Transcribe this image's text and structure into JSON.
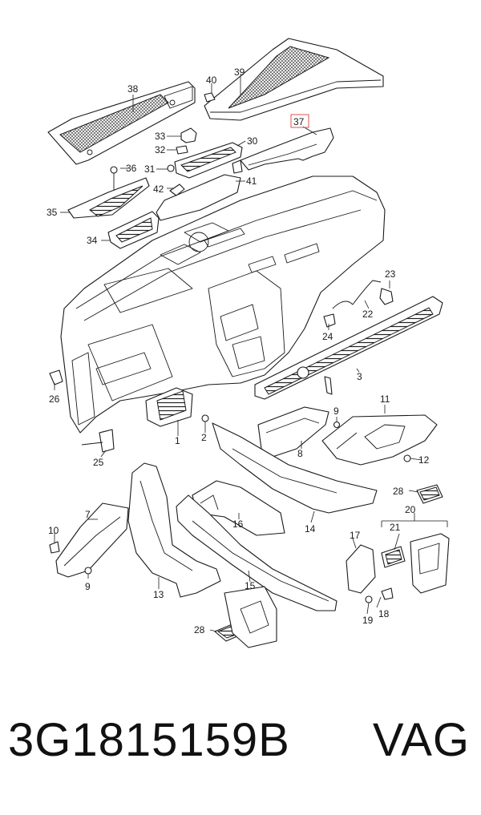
{
  "callouts": {
    "c1": "1",
    "c2": "2",
    "c3": "3",
    "c7": "7",
    "c8": "8",
    "c9a": "9",
    "c9b": "9",
    "c10": "10",
    "c11": "11",
    "c12": "12",
    "c13": "13",
    "c14": "14",
    "c15": "15",
    "c16": "16",
    "c17": "17",
    "c18": "18",
    "c19": "19",
    "c20": "20",
    "c21": "21",
    "c22": "22",
    "c23": "23",
    "c24": "24",
    "c25": "25",
    "c26": "26",
    "c28a": "28",
    "c28b": "28",
    "c30": "30",
    "c31": "31",
    "c32": "32",
    "c33": "33",
    "c34": "34",
    "c35": "35",
    "c36": "36",
    "c37": "37",
    "c38": "38",
    "c39": "39",
    "c40": "40",
    "c41": "41",
    "c42": "42"
  },
  "highlighted_callout": "37",
  "colors": {
    "highlight": "#e05050",
    "line": "#1a1a1a"
  },
  "footer": {
    "part_number": "3G1815159B",
    "brand": "VAG"
  }
}
